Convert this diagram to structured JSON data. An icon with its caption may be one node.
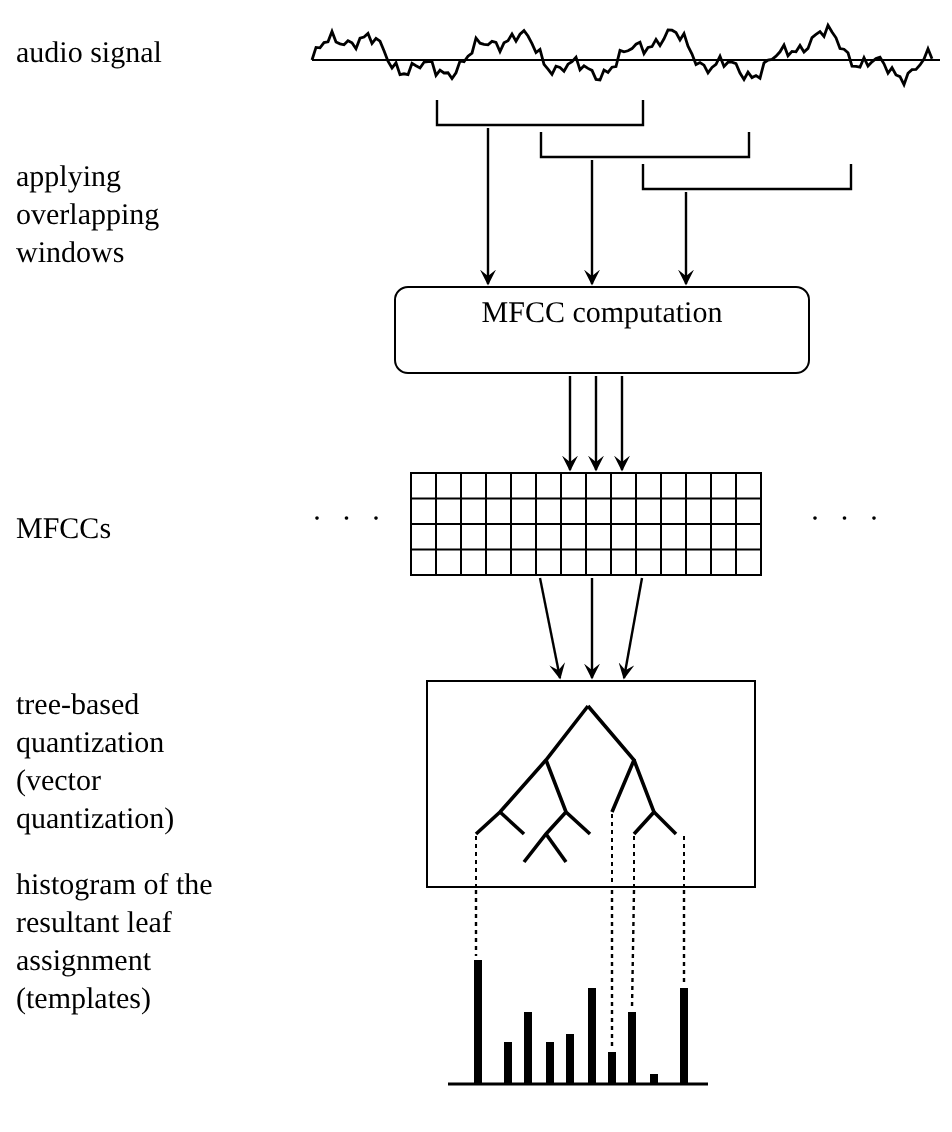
{
  "diagram": {
    "nodes": [
      {
        "text": [],
        "shape": "picture"
      },
      {
        "text": [],
        "shape": "bracket"
      },
      {
        "text": [],
        "shape": "bracket"
      },
      {
        "text": [],
        "shape": "bracket"
      },
      {
        "text": [
          "MFCC computation"
        ]
      },
      {
        "text": [],
        "shape": "grid"
      },
      {
        "text": [],
        "shape": "box"
      },
      {
        "text": [],
        "shape": "picture"
      }
    ],
    "edges": [
      {
        "from": 1,
        "to": 4,
        "arrow": "to"
      },
      {
        "from": 2,
        "to": 4,
        "arrow": "to"
      },
      {
        "from": 3,
        "to": 4,
        "arrow": "to"
      },
      {
        "from": 4,
        "to": 5,
        "arrow": "to"
      },
      {
        "from": 4,
        "to": 5,
        "arrow": "to"
      },
      {
        "from": 4,
        "to": 5,
        "arrow": "to"
      },
      {
        "from": 5,
        "to": 6,
        "arrow": "to"
      },
      {
        "from": 5,
        "to": 6,
        "arrow": "to"
      },
      {
        "from": 5,
        "to": 6,
        "arrow": "to"
      },
      {
        "from": 6,
        "to": 7,
        "arrow": "none",
        "style": "dashed"
      },
      {
        "from": 6,
        "to": 7,
        "arrow": "none",
        "style": "dashed"
      },
      {
        "from": 6,
        "to": 7,
        "arrow": "none",
        "style": "dashed"
      },
      {
        "from": 6,
        "to": 7,
        "arrow": "none",
        "style": "dashed"
      }
    ],
    "labels": [
      "audio signal",
      "applying overlapping windows",
      "MFCCs",
      "· · ·",
      "· · ·",
      "tree-based quantization (vector quantization)",
      "histogram of the resultant leaf assignment (templates)"
    ]
  }
}
